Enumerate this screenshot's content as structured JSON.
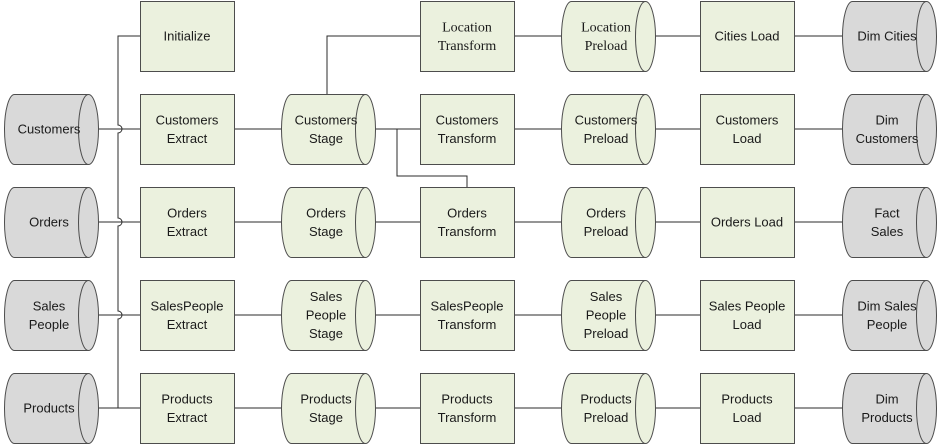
{
  "colors": {
    "process_fill": "#ebf1de",
    "source_fill": "#d9d9d9",
    "dim_fill": "#d9d9d9",
    "stroke": "#4d4d4d",
    "edge": "#2b2b2b"
  },
  "nodes": [
    {
      "id": "initialize",
      "shape": "box",
      "lines": [
        "Initialize"
      ]
    },
    {
      "id": "customers-src",
      "shape": "cylinder",
      "fill": "source",
      "lines": [
        "Customers"
      ]
    },
    {
      "id": "orders-src",
      "shape": "cylinder",
      "fill": "source",
      "lines": [
        "Orders"
      ]
    },
    {
      "id": "salespeople-src",
      "shape": "cylinder",
      "fill": "source",
      "lines": [
        "Sales",
        "People"
      ]
    },
    {
      "id": "products-src",
      "shape": "cylinder",
      "fill": "source",
      "lines": [
        "Products"
      ]
    },
    {
      "id": "customers-extract",
      "shape": "box",
      "lines": [
        "Customers",
        "Extract"
      ]
    },
    {
      "id": "orders-extract",
      "shape": "box",
      "lines": [
        "Orders",
        "Extract"
      ]
    },
    {
      "id": "salespeople-extract",
      "shape": "box",
      "lines": [
        "SalesPeople",
        "Extract"
      ]
    },
    {
      "id": "products-extract",
      "shape": "box",
      "lines": [
        "Products",
        "Extract"
      ]
    },
    {
      "id": "customers-stage",
      "shape": "cylinder",
      "fill": "process",
      "lines": [
        "Customers",
        "Stage"
      ]
    },
    {
      "id": "orders-stage",
      "shape": "cylinder",
      "fill": "process",
      "lines": [
        "Orders",
        "Stage"
      ]
    },
    {
      "id": "salespeople-stage",
      "shape": "cylinder",
      "fill": "process",
      "lines": [
        "Sales",
        "People",
        "Stage"
      ]
    },
    {
      "id": "products-stage",
      "shape": "cylinder",
      "fill": "process",
      "lines": [
        "Products",
        "Stage"
      ]
    },
    {
      "id": "location-transform",
      "shape": "box",
      "serif": true,
      "lines": [
        "Location",
        "Transform"
      ]
    },
    {
      "id": "customers-transform",
      "shape": "box",
      "lines": [
        "Customers",
        "Transform"
      ]
    },
    {
      "id": "orders-transform",
      "shape": "box",
      "lines": [
        "Orders",
        "Transform"
      ]
    },
    {
      "id": "salespeople-transform",
      "shape": "box",
      "lines": [
        "SalesPeople",
        "Transform"
      ]
    },
    {
      "id": "products-transform",
      "shape": "box",
      "lines": [
        "Products",
        "Transform"
      ]
    },
    {
      "id": "location-preload",
      "shape": "cylinder",
      "fill": "process",
      "serif": true,
      "lines": [
        "Location",
        "Preload"
      ]
    },
    {
      "id": "customers-preload",
      "shape": "cylinder",
      "fill": "process",
      "lines": [
        "Customers",
        "Preload"
      ]
    },
    {
      "id": "orders-preload",
      "shape": "cylinder",
      "fill": "process",
      "lines": [
        "Orders",
        "Preload"
      ]
    },
    {
      "id": "salespeople-preload",
      "shape": "cylinder",
      "fill": "process",
      "lines": [
        "Sales",
        "People",
        "Preload"
      ]
    },
    {
      "id": "products-preload",
      "shape": "cylinder",
      "fill": "process",
      "lines": [
        "Products",
        "Preload"
      ]
    },
    {
      "id": "cities-load",
      "shape": "box",
      "lines": [
        "Cities Load"
      ]
    },
    {
      "id": "customers-load",
      "shape": "box",
      "lines": [
        "Customers",
        "Load"
      ]
    },
    {
      "id": "orders-load",
      "shape": "box",
      "lines": [
        "Orders Load"
      ]
    },
    {
      "id": "salespeople-load",
      "shape": "box",
      "lines": [
        "Sales People",
        "Load"
      ]
    },
    {
      "id": "products-load",
      "shape": "box",
      "lines": [
        "Products",
        "Load"
      ]
    },
    {
      "id": "dim-cities",
      "shape": "cylinder",
      "fill": "dim",
      "lines": [
        "Dim Cities"
      ]
    },
    {
      "id": "dim-customers",
      "shape": "cylinder",
      "fill": "dim",
      "lines": [
        "Dim",
        "Customers"
      ]
    },
    {
      "id": "fact-sales",
      "shape": "cylinder",
      "fill": "dim",
      "lines": [
        "Fact",
        "Sales"
      ]
    },
    {
      "id": "dim-salespeople",
      "shape": "cylinder",
      "fill": "dim",
      "lines": [
        "Dim Sales",
        "People"
      ]
    },
    {
      "id": "dim-products",
      "shape": "cylinder",
      "fill": "dim",
      "lines": [
        "Dim",
        "Products"
      ]
    }
  ],
  "edges": [
    [
      "customers-src",
      "customers-extract"
    ],
    [
      "orders-src",
      "orders-extract"
    ],
    [
      "salespeople-src",
      "salespeople-extract"
    ],
    [
      "products-src",
      "products-extract"
    ],
    [
      "customers-extract",
      "customers-stage"
    ],
    [
      "orders-extract",
      "orders-stage"
    ],
    [
      "salespeople-extract",
      "salespeople-stage"
    ],
    [
      "products-extract",
      "products-stage"
    ],
    [
      "customers-stage",
      "location-transform"
    ],
    [
      "customers-stage",
      "customers-transform"
    ],
    [
      "customers-stage",
      "orders-transform"
    ],
    [
      "orders-stage",
      "orders-transform"
    ],
    [
      "salespeople-stage",
      "salespeople-transform"
    ],
    [
      "products-stage",
      "products-transform"
    ],
    [
      "location-transform",
      "location-preload"
    ],
    [
      "customers-transform",
      "customers-preload"
    ],
    [
      "orders-transform",
      "orders-preload"
    ],
    [
      "salespeople-transform",
      "salespeople-preload"
    ],
    [
      "products-transform",
      "products-preload"
    ],
    [
      "location-preload",
      "cities-load"
    ],
    [
      "customers-preload",
      "customers-load"
    ],
    [
      "orders-preload",
      "orders-load"
    ],
    [
      "salespeople-preload",
      "salespeople-load"
    ],
    [
      "products-preload",
      "products-load"
    ],
    [
      "cities-load",
      "dim-cities"
    ],
    [
      "customers-load",
      "dim-customers"
    ],
    [
      "orders-load",
      "fact-sales"
    ],
    [
      "salespeople-load",
      "dim-salespeople"
    ],
    [
      "products-load",
      "dim-products"
    ],
    [
      "initialize",
      "customers-extract"
    ],
    [
      "initialize",
      "orders-extract"
    ],
    [
      "initialize",
      "salespeople-extract"
    ],
    [
      "initialize",
      "products-extract"
    ]
  ]
}
